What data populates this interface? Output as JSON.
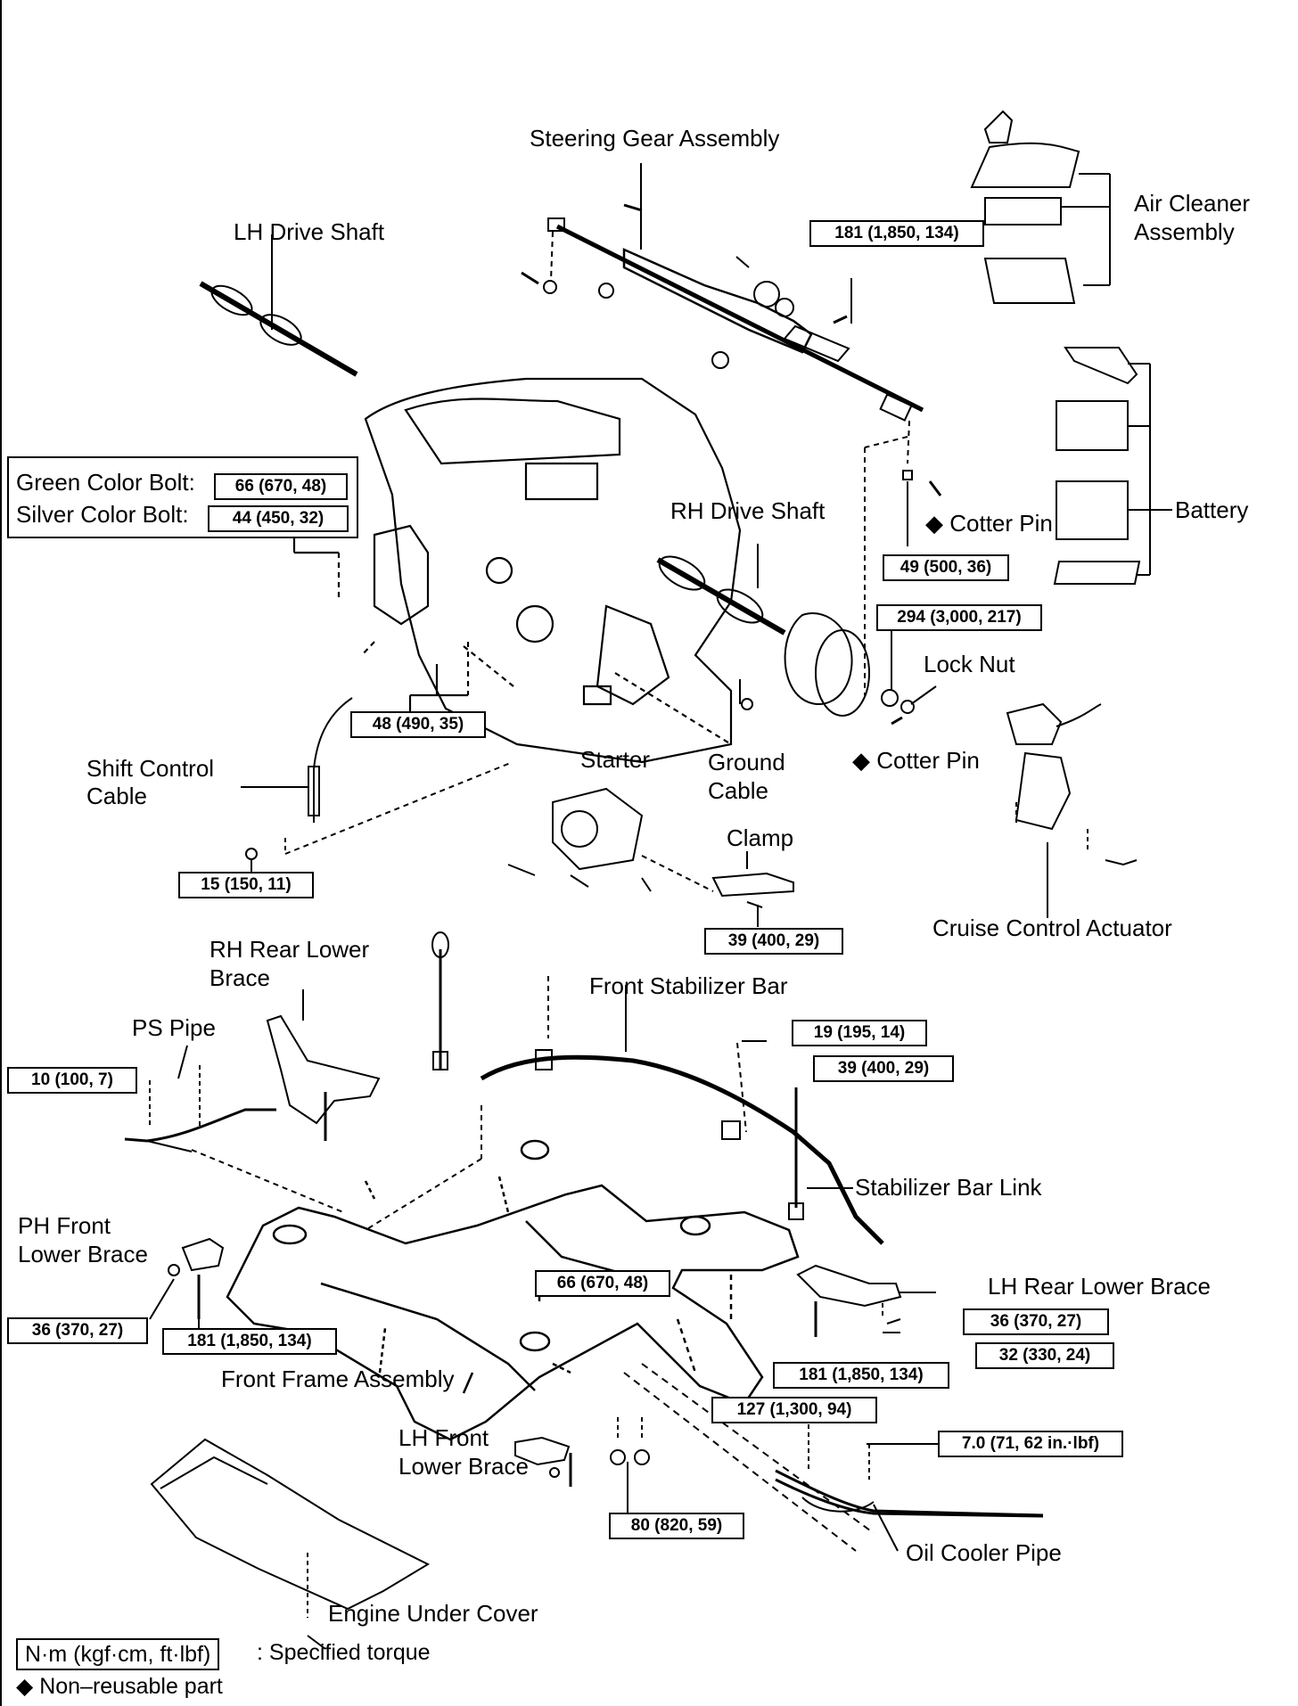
{
  "labels": {
    "steering_gear": "Steering Gear Assembly",
    "lh_drive_shaft": "LH Drive Shaft",
    "air_cleaner_1": "Air Cleaner",
    "air_cleaner_2": "Assembly",
    "battery": "Battery",
    "green_bolt": "Green Color Bolt:",
    "silver_bolt": "Silver Color Bolt:",
    "rh_drive_shaft": "RH Drive Shaft",
    "cotter_pin_1": "Cotter Pin",
    "lock_nut": "Lock Nut",
    "cotter_pin_2": "Cotter Pin",
    "shift_cable_1": "Shift Control",
    "shift_cable_2": "Cable",
    "starter": "Starter",
    "ground_cable_1": "Ground",
    "ground_cable_2": "Cable",
    "clamp": "Clamp",
    "cruise_actuator": "Cruise Control Actuator",
    "rh_rear_brace_1": "RH Rear Lower",
    "rh_rear_brace_2": "Brace",
    "front_stabilizer": "Front Stabilizer Bar",
    "ps_pipe": "PS Pipe",
    "stabilizer_link": "Stabilizer Bar Link",
    "ph_front_brace_1": "PH Front",
    "ph_front_brace_2": "Lower Brace",
    "lh_rear_brace": "LH Rear Lower Brace",
    "front_frame": "Front Frame Assembly",
    "lh_front_brace_1": "LH Front",
    "lh_front_brace_2": "Lower Brace",
    "oil_cooler_pipe": "Oil Cooler Pipe",
    "engine_under_cover": "Engine Under Cover"
  },
  "torques": {
    "t_steering": "181 (1,850, 134)",
    "t_green": "66 (670, 48)",
    "t_silver": "44 (450, 32)",
    "t_cotter": "49 (500, 36)",
    "t_locknut": "294 (3,000, 217)",
    "t_mount": "48 (490, 35)",
    "t_shift": "15 (150, 11)",
    "t_clamp": "39 (400, 29)",
    "t_link_top": "19 (195, 14)",
    "t_link": "39 (400, 29)",
    "t_ps": "10 (100, 7)",
    "t_frame_center": "66 (670, 48)",
    "t_ph_nut": "36 (370, 27)",
    "t_ph_bolt": "181 (1,850, 134)",
    "t_lh_nut": "36 (370, 27)",
    "t_lh_small": "32 (330, 24)",
    "t_lh_bolt": "181 (1,850, 134)",
    "t_frame_rear": "127 (1,300, 94)",
    "t_oil": "7.0 (71, 62 in.·lbf)",
    "t_lh_front": "80 (820, 59)"
  },
  "legend": {
    "unit": "N·m (kgf·cm, ft·lbf)",
    "unit_desc": ": Specified torque",
    "nonreusable": "Non–reusable part",
    "diamond": "◆"
  },
  "colors": {
    "ink": "#000000",
    "paper": "#ffffff"
  }
}
